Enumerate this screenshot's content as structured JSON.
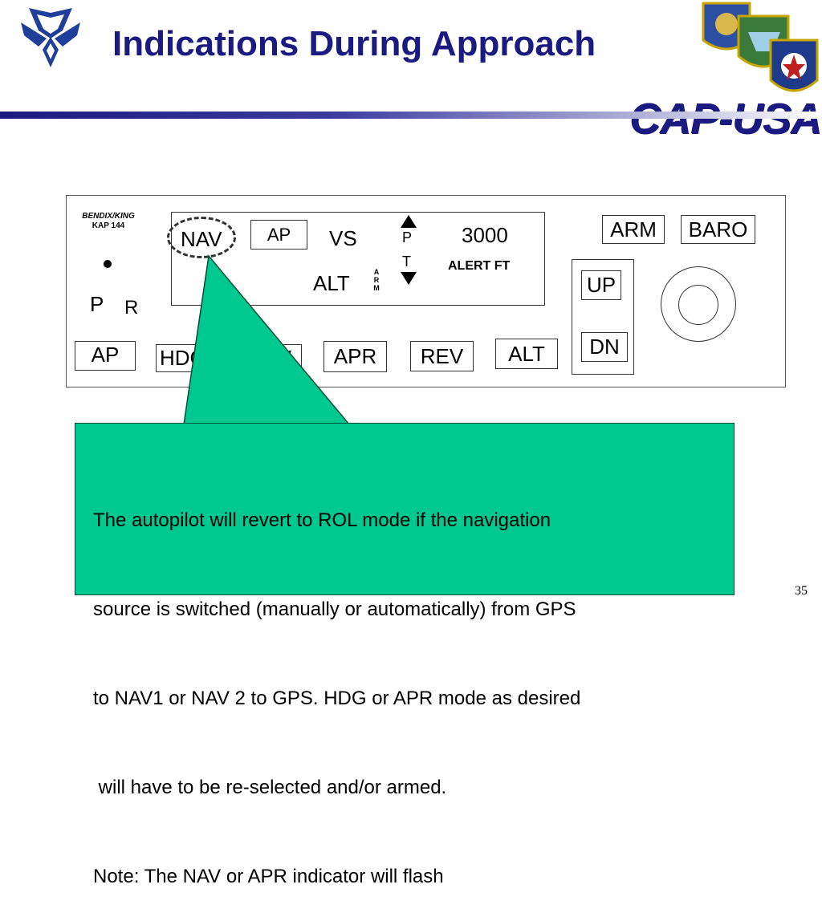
{
  "slide": {
    "title": "Indications During Approach",
    "brand_logo": "CAP-USAF",
    "page_number": "35"
  },
  "panel": {
    "brand_line1": "BENDIX/KING",
    "brand_line2": "KAP 144",
    "left_labels": {
      "p": "P",
      "r": "R"
    },
    "display": {
      "nav": "NAV",
      "ap": "AP",
      "vs": "VS",
      "alt": "ALT",
      "arm_vertical": "ARM",
      "trim_p": "P",
      "trim_t": "T",
      "alert_value": "3000",
      "alert_label": "ALERT FT"
    },
    "buttons": {
      "ap": "AP",
      "hdg": "HDG",
      "nav": "NAV",
      "apr": "APR",
      "rev": "REV",
      "alt": "ALT",
      "arm": "ARM",
      "baro": "BARO",
      "up": "UP",
      "dn": "DN"
    }
  },
  "callout": {
    "line1": "The autopilot will revert to ROL mode if the navigation",
    "line2": "source is switched (manually or automatically) from GPS",
    "line3": "to NAV1 or NAV 2 to GPS. HDG or APR mode as desired",
    "line4": " will have to be re-selected and/or armed.",
    "line5": "Note: The NAV or APR indicator will flash"
  },
  "colors": {
    "title": "#1a1a80",
    "callout_fill": "#00c891",
    "callout_border": "#004d36"
  },
  "icons": [
    "air-force-wings-icon",
    "command-emblems-icon"
  ]
}
